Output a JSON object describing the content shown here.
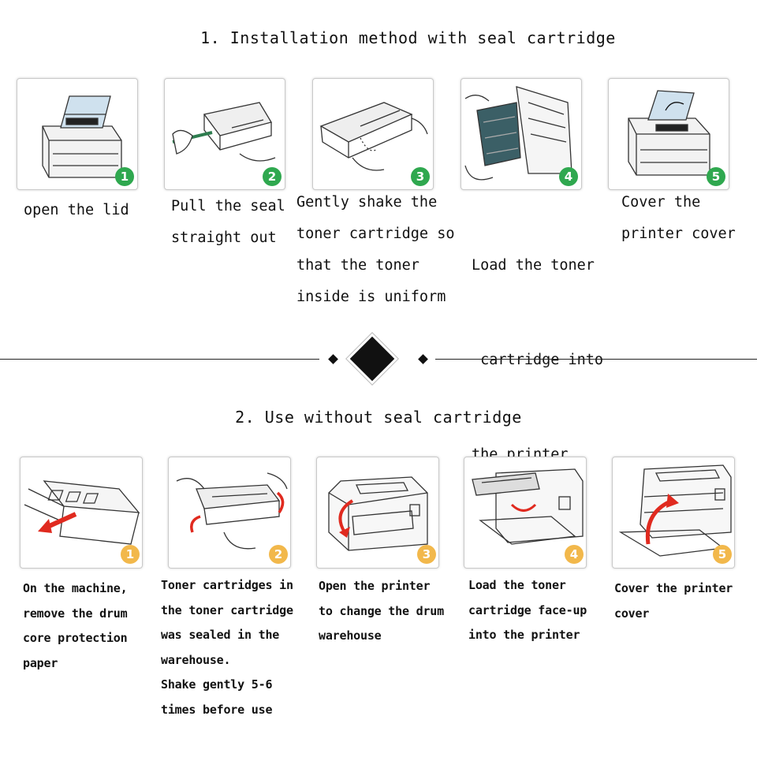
{
  "section1": {
    "title": "1. Installation method with seal cartridge",
    "badge_color": "#2fa84f",
    "steps": [
      {
        "num": "1",
        "icon": "printer-open-lid-icon",
        "lines": [
          "open the lid"
        ]
      },
      {
        "num": "2",
        "icon": "pull-seal-icon",
        "lines": [
          "Pull the seal",
          "straight out"
        ]
      },
      {
        "num": "3",
        "icon": "shake-cartridge-icon",
        "lines": [
          "Gently shake the",
          "toner cartridge so",
          "that the toner",
          "inside is uniform"
        ]
      },
      {
        "num": "4",
        "icon": "load-toner-icon",
        "lines": [
          "Load the toner",
          " cartridge into",
          "the printer"
        ]
      },
      {
        "num": "5",
        "icon": "close-cover-icon",
        "lines": [
          "Cover the",
          "printer cover"
        ]
      }
    ]
  },
  "section2": {
    "title": "2. Use without seal cartridge",
    "badge_color": "#f2b84b",
    "arrow_color": "#e02a1f",
    "steps": [
      {
        "num": "1",
        "icon": "remove-protection-paper-icon",
        "lines": [
          "On the machine,",
          "remove the drum",
          "core protection",
          "paper"
        ]
      },
      {
        "num": "2",
        "icon": "shake-cartridge-icon",
        "lines": [
          "Toner cartridges in",
          "the toner cartridge",
          "was sealed in the",
          "warehouse.",
          "Shake gently 5-6",
          "times before use"
        ]
      },
      {
        "num": "3",
        "icon": "open-printer-icon",
        "lines": [
          "Open the printer",
          "to change the drum",
          "warehouse"
        ]
      },
      {
        "num": "4",
        "icon": "load-toner-icon",
        "lines": [
          "Load the toner",
          "cartridge face-up",
          "into the printer"
        ]
      },
      {
        "num": "5",
        "icon": "close-cover-icon",
        "lines": [
          "Cover the printer",
          "cover"
        ]
      }
    ]
  }
}
